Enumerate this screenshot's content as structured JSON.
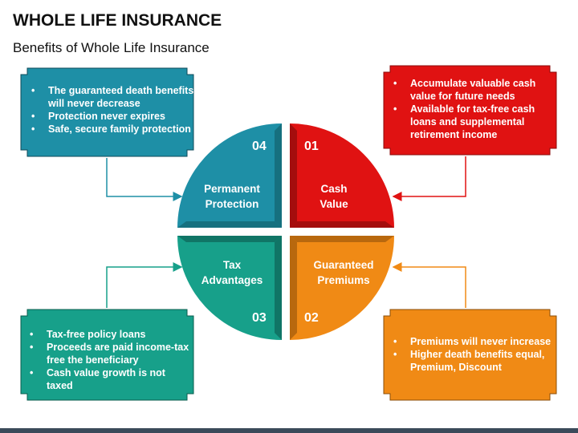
{
  "header": {
    "title": "WHOLE LIFE INSURANCE",
    "subtitle": "Benefits of Whole Life Insurance"
  },
  "colors": {
    "blue": "#1e8fa6",
    "red": "#e01212",
    "orange": "#f08a15",
    "green": "#17a08a"
  },
  "segments": [
    {
      "number": "04",
      "line1": "Permanent",
      "line2": "Protection"
    },
    {
      "number": "01",
      "line1": "Cash",
      "line2": "Value"
    },
    {
      "number": "02",
      "line1": "Guaranteed",
      "line2": "Premiums"
    },
    {
      "number": "03",
      "line1": "Tax",
      "line2": "Advantages"
    }
  ],
  "boxes": {
    "protection": [
      "The guaranteed death benefits will never decrease",
      "Protection never expires",
      "Safe, secure family protection"
    ],
    "cash": [
      "Accumulate valuable cash value for future needs",
      "Available for tax-free cash loans and supplemental retirement income"
    ],
    "premiums": [
      "Premiums will never increase",
      "Higher death benefits equal, Premium, Discount"
    ],
    "tax": [
      "Tax-free policy loans",
      "Proceeds are paid income-tax free the beneficiary",
      "Cash value growth is not taxed"
    ]
  }
}
